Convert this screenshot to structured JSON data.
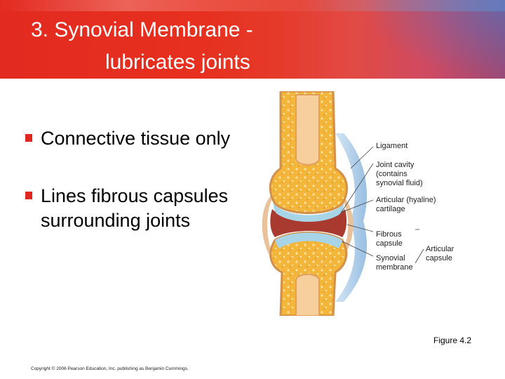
{
  "title": {
    "line1": "3.  Synovial Membrane -",
    "line2": "lubricates joints"
  },
  "bullets": [
    "Connective tissue only",
    "Lines fibrous capsules surrounding joints"
  ],
  "figure": {
    "labels": {
      "ligament": "Ligament",
      "joint_cavity": "Joint cavity\n(contains\nsynovial fluid)",
      "articular_cartilage": "Articular (hyaline)\ncartilage",
      "fibrous_capsule": "Fibrous\ncapsule",
      "synovial_membrane": "Synovial\nmembrane",
      "articular_capsule": "Articular\ncapsule"
    },
    "caption": "Figure 4.2"
  },
  "copyright": "Copyright © 2006 Pearson Education, Inc. publishing as Benjamin Cummings.",
  "colors": {
    "title_bar": "#e32a20",
    "bullet_marker": "#e0271f",
    "bone": "#f0b53c",
    "cartilage": "#a8d4e8",
    "cavity": "#a83a30"
  }
}
